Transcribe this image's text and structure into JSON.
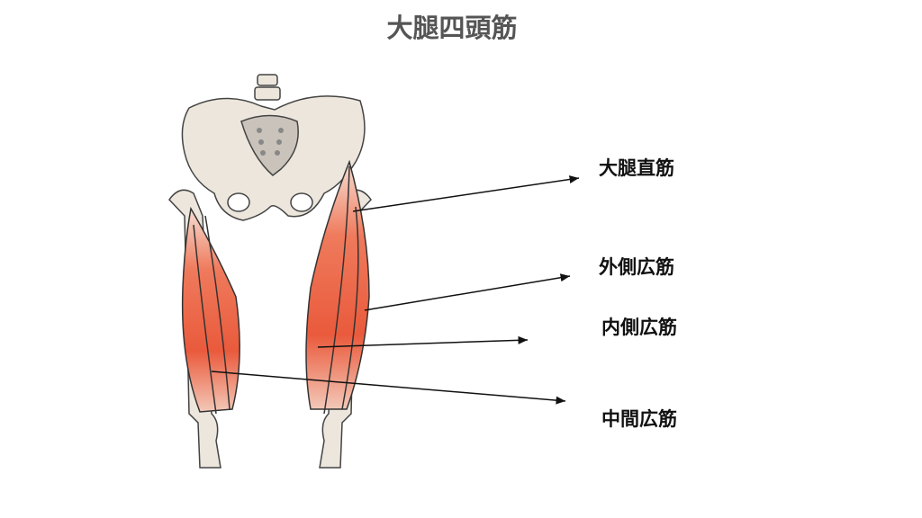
{
  "title": "大腿四頭筋",
  "labels": {
    "rectus_femoris": "大腿直筋",
    "vastus_lateralis": "外側広筋",
    "vastus_medialis": "内側広筋",
    "vastus_intermedius": "中間広筋"
  },
  "colors": {
    "muscle": "#ec5a3c",
    "bone": "#ece6dc",
    "outline": "#444444"
  }
}
